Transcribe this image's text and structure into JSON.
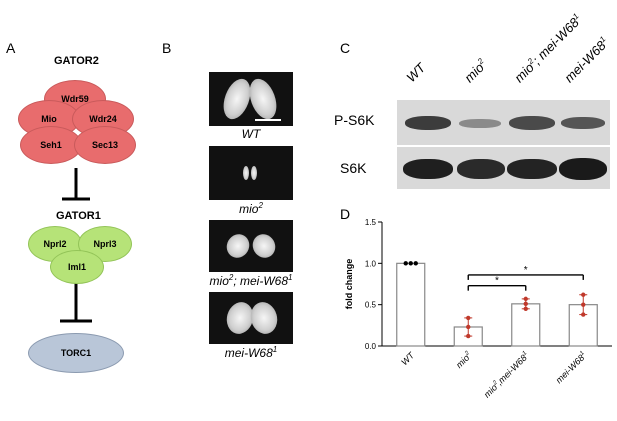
{
  "panels": {
    "a": "A",
    "b": "B",
    "c": "C",
    "d": "D"
  },
  "panel_a": {
    "gator2_title": "GATOR2",
    "gator2_proteins": [
      "Wdr59",
      "Mio",
      "Wdr24",
      "Seh1",
      "Sec13"
    ],
    "gator1_title": "GATOR1",
    "gator1_proteins": [
      "Nprl2",
      "Nprl3",
      "Iml1"
    ],
    "torc1": "TORC1",
    "colors": {
      "gator2": "#e86c6d",
      "gator1": "#b6e378",
      "torc1": "#b9c6d8"
    }
  },
  "panel_b": {
    "captions": {
      "wt": "WT",
      "mio": "mio",
      "double": "mio",
      "double_sep": "; ",
      "mei": "mei-W68"
    },
    "sup": {
      "mio": "2",
      "mei": "1"
    }
  },
  "panel_c": {
    "lanes": {
      "wt": "WT",
      "mio": "mio",
      "double": "mio",
      "double_mid": "; mei-W68",
      "mei": "mei-W68"
    },
    "sup": {
      "mio": "2",
      "mei": "1"
    },
    "rows": [
      "P-S6K",
      "S6K"
    ]
  },
  "chart_data": {
    "type": "bar",
    "categories": [
      "WT",
      "mio2",
      "mio2;mei-W681",
      "mei-W681"
    ],
    "values": [
      1.0,
      0.23,
      0.51,
      0.5
    ],
    "points": [
      [
        1.0,
        1.0,
        1.0
      ],
      [
        0.12,
        0.23,
        0.34
      ],
      [
        0.45,
        0.51,
        0.57
      ],
      [
        0.38,
        0.5,
        0.62
      ]
    ],
    "ylabel": "fold change",
    "ylim": [
      0,
      1.5
    ],
    "yticks": [
      "0.0",
      "0.5",
      "1.0",
      "1.5"
    ],
    "xtick_labels": {
      "wt": "WT",
      "mio": "mio",
      "mio_sup": "2",
      "double": "mio",
      "double_mid": ",mei-W68",
      "mei": "mei-W68",
      "sup1": "1"
    },
    "significance": [
      "*",
      "*"
    ],
    "point_color": "#c0392b"
  }
}
